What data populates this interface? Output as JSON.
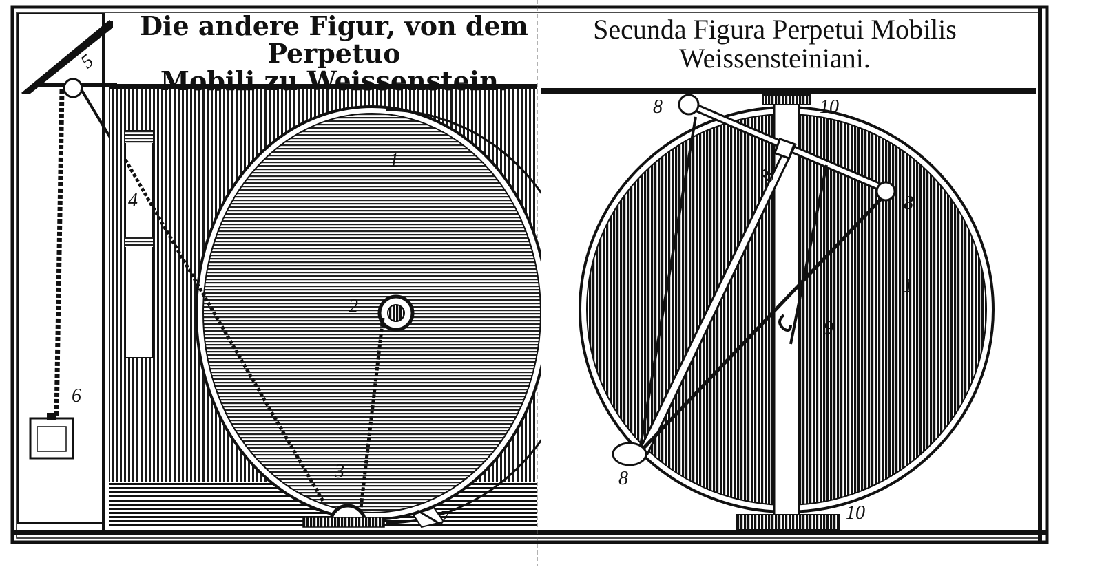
{
  "plate": {
    "left": {
      "title_line1": "Die andere Figur, von dem Perpetuo",
      "title_line2": "Mobili zu Weissenstein.",
      "labels": {
        "l1": "1",
        "l2": "2",
        "l3": "3",
        "l4": "4",
        "l5": "5",
        "l6": "6",
        "l7": "7"
      }
    },
    "right": {
      "title_line1": "Secunda Figura Perpetui Mobilis",
      "title_line2": "Weissensteiniani.",
      "labels": {
        "l8a": "8",
        "l8b": "8",
        "l8c": "8",
        "l8d": "8",
        "l10a": "10",
        "l10b": "10",
        "l1": "1",
        "l9": "9"
      }
    }
  },
  "colors": {
    "ink": "#111111",
    "paper": "#ffffff"
  }
}
